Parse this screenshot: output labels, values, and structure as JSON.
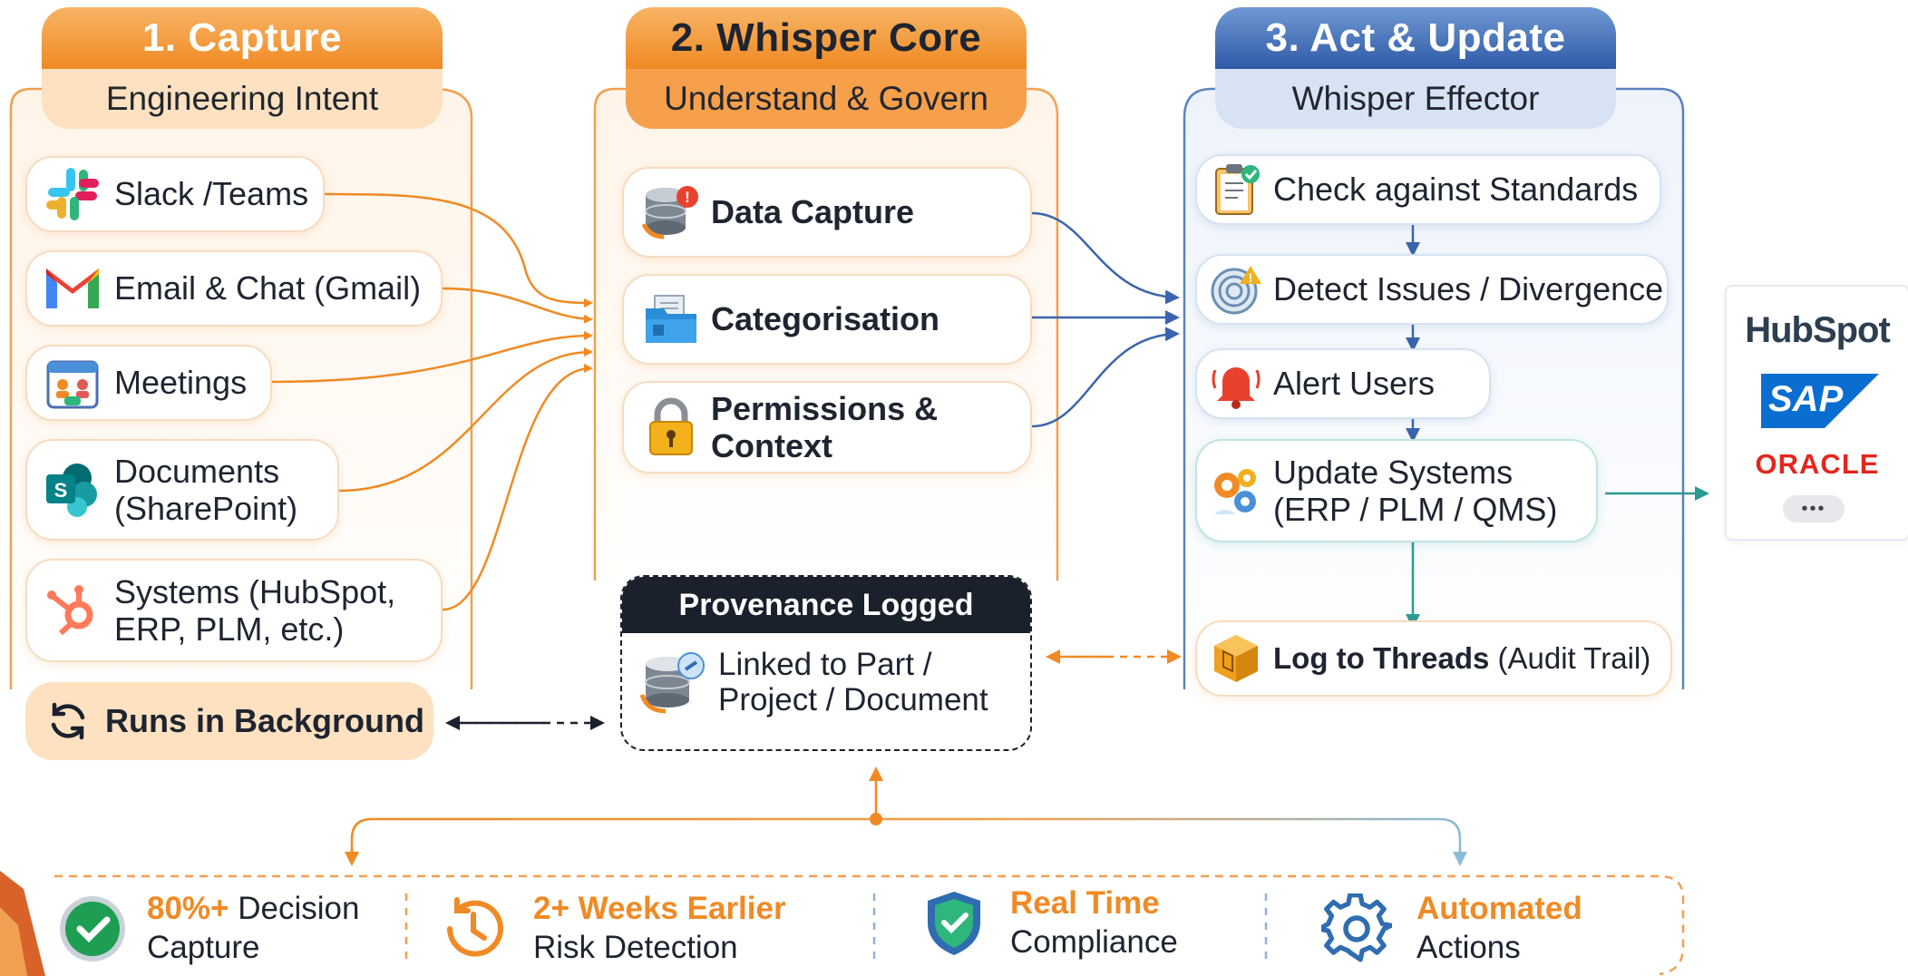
{
  "capture": {
    "title": "1. Capture",
    "subtitle": "Engineering Intent",
    "sources": [
      {
        "label": "Slack /Teams",
        "icon": "slack-icon"
      },
      {
        "label": "Email & Chat (Gmail)",
        "icon": "gmail-icon"
      },
      {
        "label": "Meetings",
        "icon": "calendar-meeting-icon"
      },
      {
        "label_line1": "Documents",
        "label_line2": "(SharePoint)",
        "icon": "sharepoint-icon"
      },
      {
        "label_line1": "Systems (HubSpot,",
        "label_line2": "ERP, PLM, etc.)",
        "icon": "hubspot-icon"
      }
    ],
    "background": {
      "label": "Runs in Background",
      "icon": "sync-icon"
    }
  },
  "core": {
    "title": "2. Whisper Core",
    "subtitle": "Understand & Govern",
    "steps": [
      {
        "label": "Data Capture",
        "icon": "database-alert-icon"
      },
      {
        "label": "Categorisation",
        "icon": "folder-files-icon"
      },
      {
        "label_line1": "Permissions &",
        "label_line2": "Context",
        "icon": "padlock-icon"
      }
    ],
    "provenance": {
      "title": "Provenance Logged",
      "line1": "Linked to Part /",
      "line2": "Project / Document",
      "icon": "database-link-icon"
    }
  },
  "act": {
    "title": "3. Act & Update",
    "subtitle": "Whisper Effector",
    "steps": [
      {
        "label": "Check against Standards",
        "icon": "clipboard-check-icon"
      },
      {
        "label": "Detect Issues / Divergence",
        "icon": "radar-warning-icon"
      },
      {
        "label": "Alert Users",
        "icon": "alarm-bell-icon"
      },
      {
        "label_line1": "Update Systems",
        "label_line2": "(ERP / PLM / QMS)",
        "icon": "gears-icon"
      }
    ],
    "log": {
      "bold": "Log to Threads",
      "normal": " (Audit Trail)",
      "icon": "threads-cube-icon"
    }
  },
  "targets": {
    "logos": [
      "HubSpot",
      "SAP",
      "ORACLE"
    ],
    "more": "•••"
  },
  "stats": [
    {
      "strong": "80%+",
      "rest": " Decision",
      "line2": "Capture",
      "icon": "check-circle-icon"
    },
    {
      "strong": "2+ Weeks Earlier",
      "rest": "",
      "line2": "Risk Detection",
      "icon": "clock-history-icon"
    },
    {
      "strong": "Real Time",
      "rest": "",
      "line2": "Compliance",
      "icon": "shield-check-icon"
    },
    {
      "strong": "Automated",
      "rest": "",
      "line2": "Actions",
      "icon": "gear-icon"
    }
  ],
  "colors": {
    "orange": "#f08a24",
    "orange_light": "#fde3c4",
    "blue": "#3a64ad",
    "blue_light": "#dbe6f6",
    "teal": "#2b9a93",
    "dark": "#1a202c"
  }
}
